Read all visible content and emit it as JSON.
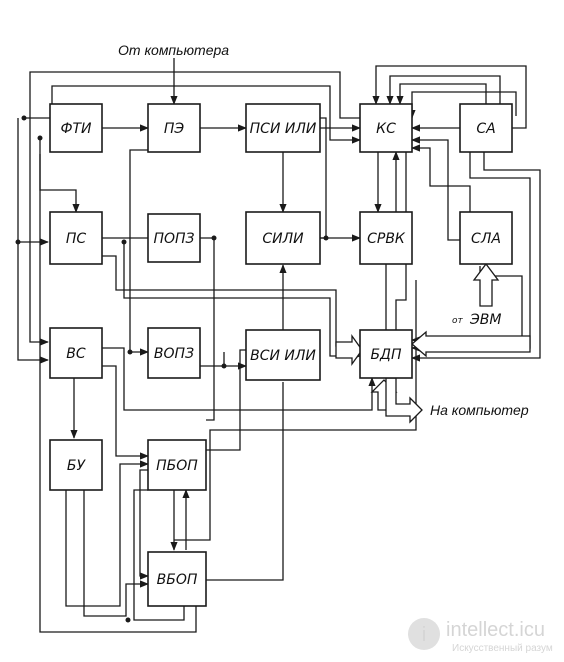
{
  "blocks": {
    "fti": "ФТИ",
    "pe": "ПЭ",
    "psi_ili": "ПСИ ИЛИ",
    "ks": "КС",
    "sa": "СА",
    "ps": "ПС",
    "popz": "ПОПЗ",
    "sili": "СИЛИ",
    "srvk": "СРВК",
    "sla": "СЛА",
    "vs": "ВС",
    "vopz": "ВОПЗ",
    "vsi_ili": "ВСИ ИЛИ",
    "bdp": "БДП",
    "bu": "БУ",
    "pbop": "ПБОП",
    "vbop": "ВБОП"
  },
  "external": {
    "from_computer": "От компьютера",
    "to_computer": "На компьютер",
    "from_evm_prefix": "от",
    "from_evm": "ЭВМ"
  },
  "watermark": {
    "logo_letter": "i",
    "site": "intellect.icu",
    "tagline": "Искусственный разум"
  }
}
